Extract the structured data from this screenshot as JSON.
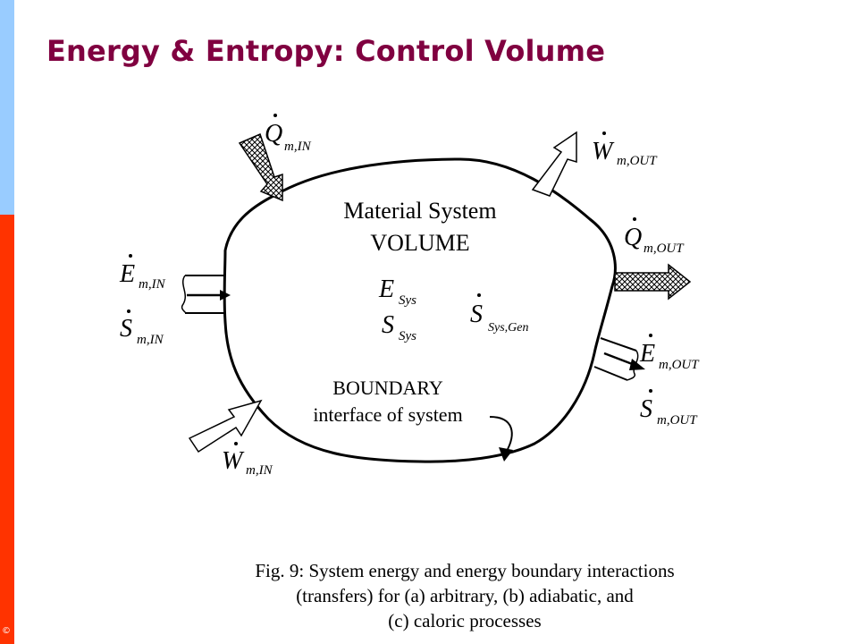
{
  "colors": {
    "sidebar_top": "#99CCFF",
    "sidebar_bottom": "#FF3300",
    "title": "#800040"
  },
  "slide": {
    "title": "Energy & Entropy: Control Volume",
    "copyright_mark": "©"
  },
  "diagram": {
    "system_label_line1": "Material System",
    "system_label_line2": "VOLUME",
    "boundary_label": "BOUNDARY",
    "boundary_sublabel": "interface of system",
    "e_sys": {
      "base": "E",
      "sub": "Sys"
    },
    "s_sys": {
      "base": "S",
      "sub": "Sys"
    },
    "s_sys_gen": {
      "base": "S",
      "sub": "Sys,Gen"
    },
    "q_in": {
      "base": "Q",
      "sub": "m,IN"
    },
    "w_out": {
      "base": "W",
      "sub": "m,OUT"
    },
    "q_out": {
      "base": "Q",
      "sub": "m,OUT"
    },
    "e_in": {
      "base": "E",
      "sub": "m,IN"
    },
    "s_in": {
      "base": "S",
      "sub": "m,IN"
    },
    "e_out": {
      "base": "E",
      "sub": "m,OUT"
    },
    "s_out": {
      "base": "S",
      "sub": "m,OUT"
    },
    "w_in": {
      "base": "W",
      "sub": "m,IN"
    }
  },
  "caption": {
    "line1": "Fig. 9: System energy and energy boundary interactions",
    "line2": "(transfers) for (a) arbitrary, (b) adiabatic, and",
    "line3": "(c) caloric processes"
  }
}
